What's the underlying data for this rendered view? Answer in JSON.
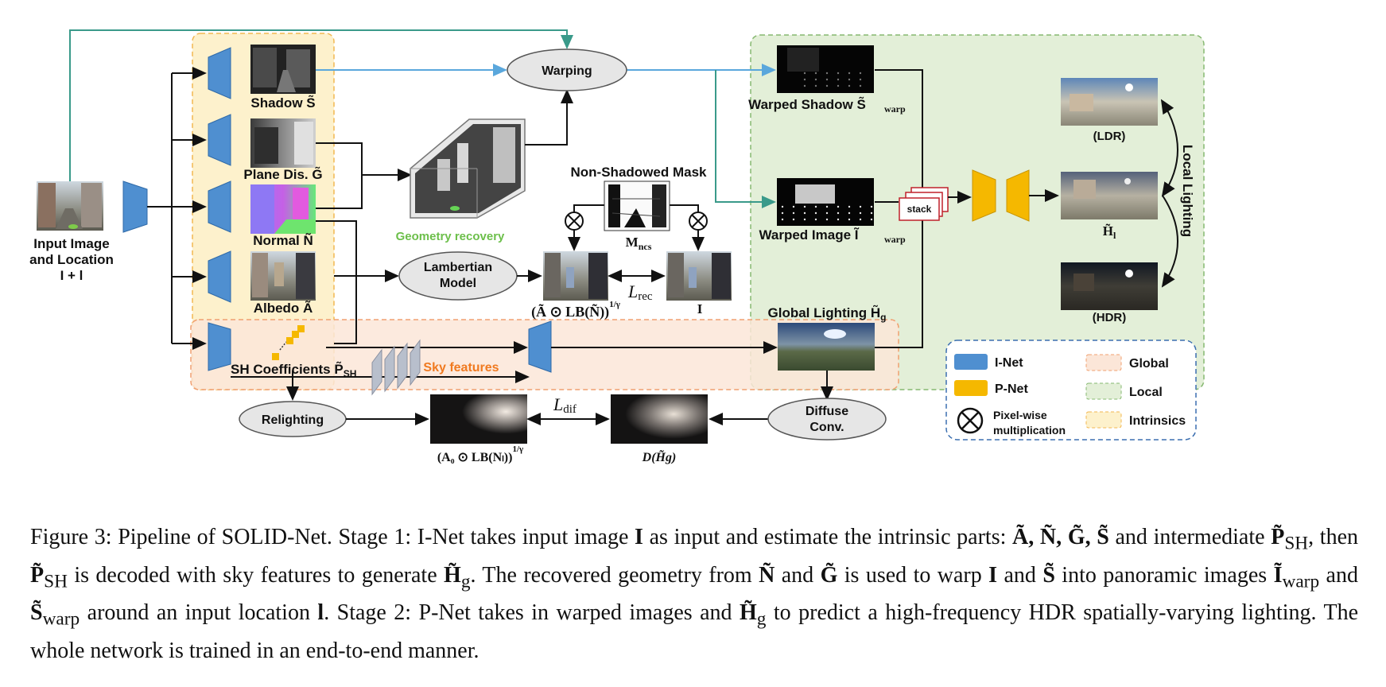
{
  "input": {
    "line1": "Input Image",
    "line2": "and Location",
    "line3": "I + l"
  },
  "intrinsics": {
    "shadow": "Shadow  S̃",
    "plane": "Plane Dis.  G̃",
    "normal": "Normal  Ñ",
    "albedo": "Albedo  Ã",
    "sh": "SH Coefficients  P̃",
    "sh_sub": "SH"
  },
  "nodes": {
    "warping": "Warping",
    "lambertian_1": "Lambertian",
    "lambertian_2": "Model",
    "relighting": "Relighting",
    "diffuse_1": "Diffuse",
    "diffuse_2": "Conv.",
    "stack": "stack"
  },
  "labels": {
    "geometry": "Geometry recovery",
    "nonshadow": "Non-Shadowed Mask",
    "mncs": "M",
    "mncs_sub": "ncs",
    "recon": "(Ã ⊙ LB(Ñ))",
    "recon_exp": "1/γ",
    "lrec": "L",
    "lrec_sub": "rec",
    "I": "I",
    "sky": "Sky features",
    "ldif": "L",
    "ldif_sub": "dif",
    "a0": "(A₀ ⊙ LB(Nₗ))",
    "a0_exp": "1/γ",
    "dhg": "D(H̃g)",
    "warped_shadow": "Warped Shadow  S̃",
    "warped_shadow_sub": "warp",
    "warped_image": "Warped Image  Ĩ",
    "warped_image_sub": "warp",
    "global_lighting": "Global Lighting  H̃",
    "global_lighting_sub": "g",
    "ldr": "(LDR)",
    "hl": "H̃",
    "hl_sub": "l",
    "hdr": "(HDR)",
    "local_lighting": "Local Lighting"
  },
  "legend": {
    "inet": "I-Net",
    "pnet": "P-Net",
    "pw_1": "Pixel-wise",
    "pw_2": "multiplication",
    "global": "Global",
    "local": "Local",
    "intrinsics": "Intrinsics"
  },
  "colors": {
    "inet": "#4f8fd0",
    "pnet": "#f5b800",
    "global_fill": "#fbe6d8",
    "local_fill": "#e3efd8",
    "intrinsics_fill": "#fdf1cc",
    "teal": "#3a9a8a",
    "blue_arrow": "#5aa7dc"
  },
  "caption": [
    "Figure 3: Pipeline of SOLID-Net. Stage 1: I-Net takes input image ",
    "I",
    " as input and estimate the intrinsic parts: ",
    "Ã, Ñ, G̃, S̃",
    " and intermediate ",
    "P̃",
    "SH",
    ", then ",
    "P̃",
    "SH",
    " is decoded with sky features to generate ",
    "H̃",
    "g",
    ". The recovered geometry from ",
    "Ñ",
    " and ",
    "G̃",
    " is used to warp ",
    "I",
    " and ",
    "S̃",
    " into panoramic images ",
    "Ĩ",
    "warp",
    " and ",
    "S̃",
    "warp",
    " around an input location ",
    "l",
    ". Stage 2: P-Net takes in warped images and ",
    "H̃",
    "g",
    " to predict a high-frequency HDR spatially-varying lighting. The whole network is trained in an end-to-end manner."
  ]
}
